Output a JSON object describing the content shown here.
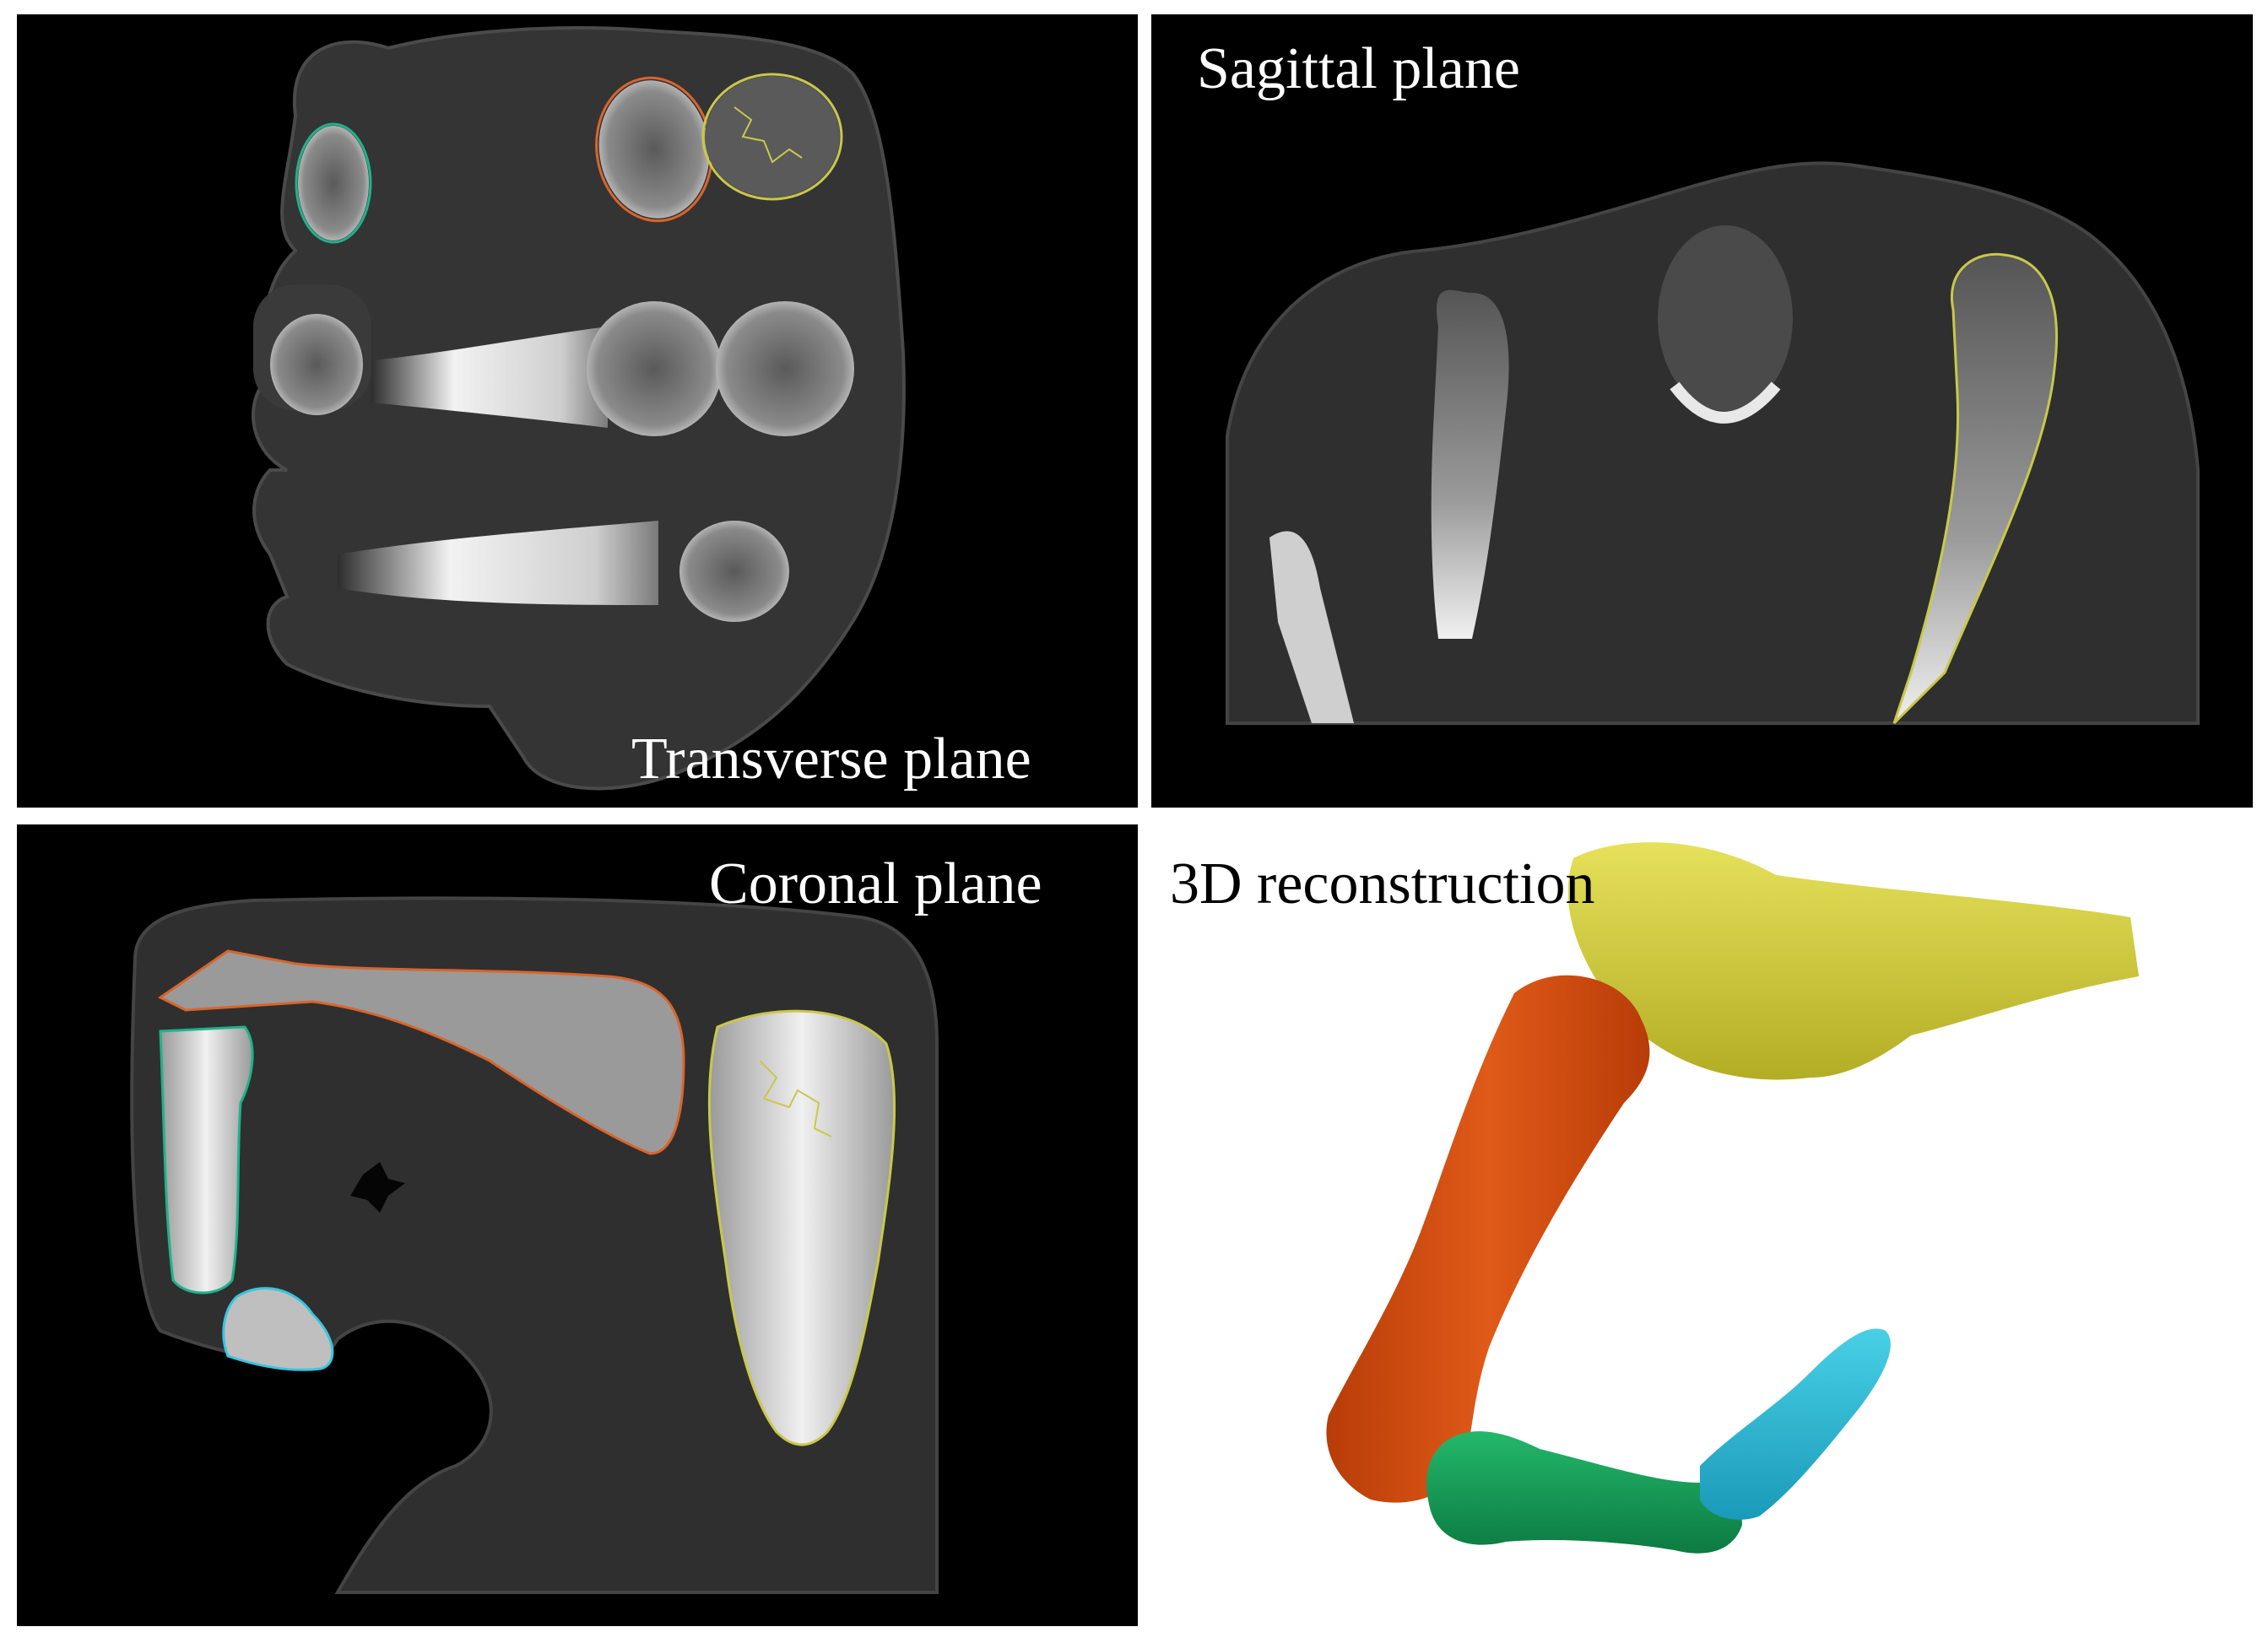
{
  "panels": {
    "transverse": {
      "caption": "Transverse plane"
    },
    "sagittal": {
      "caption": "Sagittal plane"
    },
    "coronal": {
      "caption": "Coronal plane"
    },
    "reconstruction": {
      "caption": "3D reconstruction"
    }
  },
  "colors": {
    "background_scan": "#000000",
    "tissue": "#333333",
    "bone": "#d9d9d9",
    "contour_teal": "#1fb38a",
    "contour_orange": "#d9652b",
    "contour_yellow": "#c9c84a",
    "contour_cyan": "#37c6e0",
    "model_yellow": "#d4cf3a",
    "model_orange": "#cc4a10",
    "model_green": "#15a05a",
    "model_cyan": "#2ab8d2"
  }
}
